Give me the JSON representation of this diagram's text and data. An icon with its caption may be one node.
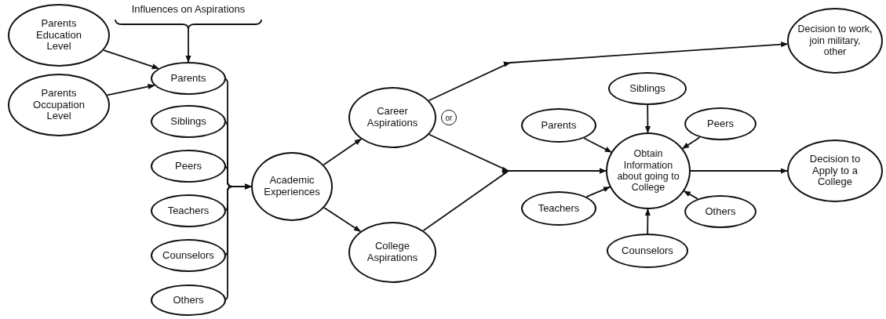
{
  "diagram": {
    "nodes": [
      {
        "text": [
          "Parents Education Level"
        ]
      },
      {
        "text": [
          "Parents Occupation Level"
        ]
      },
      {
        "text": [
          "Influences on Aspirations"
        ]
      },
      {
        "text": [
          "Parents"
        ]
      },
      {
        "text": [
          "Siblings"
        ]
      },
      {
        "text": [
          "Peers"
        ]
      },
      {
        "text": [
          "Teachers"
        ]
      },
      {
        "text": [
          "Counselors"
        ]
      },
      {
        "text": [
          "Others"
        ]
      },
      {
        "text": [
          "Academic Experiences"
        ]
      },
      {
        "text": [
          "Career Aspirations"
        ]
      },
      {
        "text": [
          "College Aspirations"
        ]
      },
      {
        "text": [
          "Decision to work, join military, other"
        ]
      },
      {
        "text": [
          "Siblings"
        ]
      },
      {
        "text": [
          "Parents"
        ]
      },
      {
        "text": [
          "Peers"
        ]
      },
      {
        "text": [
          "Obtain Information about going to College"
        ]
      },
      {
        "text": [
          "Teachers"
        ]
      },
      {
        "text": [
          "Others"
        ]
      },
      {
        "text": [
          "Counselors"
        ]
      },
      {
        "text": [
          "Decision to Apply to a College"
        ]
      }
    ],
    "edges": [
      {
        "from": 0,
        "to": 3,
        "arrow": "to"
      },
      {
        "from": 1,
        "to": 3,
        "arrow": "to"
      },
      {
        "from": 2,
        "to": 3,
        "arrow": "to"
      },
      {
        "from": 3,
        "to": 9,
        "arrow": "to"
      },
      {
        "from": 4,
        "to": 9,
        "arrow": "to"
      },
      {
        "from": 5,
        "to": 9,
        "arrow": "to"
      },
      {
        "from": 6,
        "to": 9,
        "arrow": "to"
      },
      {
        "from": 7,
        "to": 9,
        "arrow": "to"
      },
      {
        "from": 8,
        "to": 9,
        "arrow": "to"
      },
      {
        "from": 9,
        "to": 10,
        "arrow": "to"
      },
      {
        "from": 9,
        "to": 11,
        "arrow": "to"
      },
      {
        "from": 10,
        "to": 12,
        "arrow": "to"
      },
      {
        "from": 10,
        "to": 16,
        "arrow": "to"
      },
      {
        "from": 11,
        "to": 16,
        "arrow": "to"
      },
      {
        "from": 13,
        "to": 16,
        "arrow": "to"
      },
      {
        "from": 14,
        "to": 16,
        "arrow": "to"
      },
      {
        "from": 15,
        "to": 16,
        "arrow": "to"
      },
      {
        "from": 17,
        "to": 16,
        "arrow": "to"
      },
      {
        "from": 18,
        "to": 16,
        "arrow": "to"
      },
      {
        "from": 19,
        "to": 16,
        "arrow": "to"
      },
      {
        "from": 16,
        "to": 20,
        "arrow": "to"
      }
    ],
    "labels": [
      "or"
    ]
  }
}
